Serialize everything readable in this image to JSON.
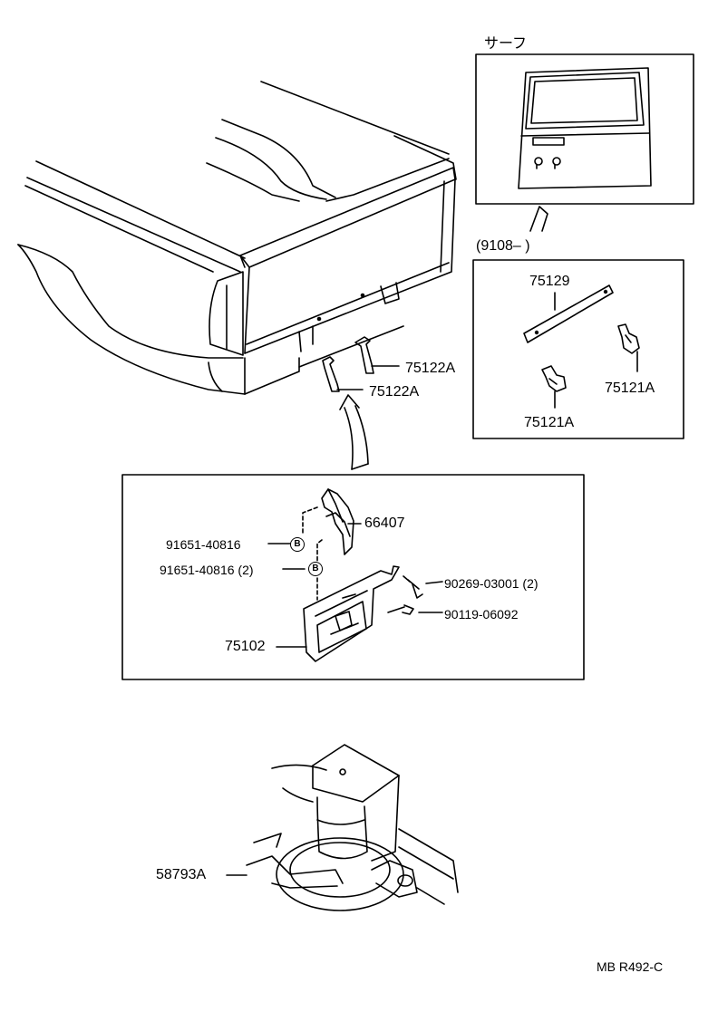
{
  "variant_label": "サーフ",
  "date_range_label": "(9108–        )",
  "part_labels": {
    "p75129": "75129",
    "p75121A_right": "75121A",
    "p75121A_bottom": "75121A",
    "p75122A_upper": "75122A",
    "p75122A_lower": "75122A",
    "p66407": "66407",
    "p91651_a": "91651-40816",
    "p91651_b": "91651-40816 (2)",
    "p90269": "90269-03001  (2)",
    "p90119": "90119-06092",
    "p75102": "75102",
    "p58793A": "58793A"
  },
  "marker_letter": "B",
  "footer_code": "MB R492-C"
}
